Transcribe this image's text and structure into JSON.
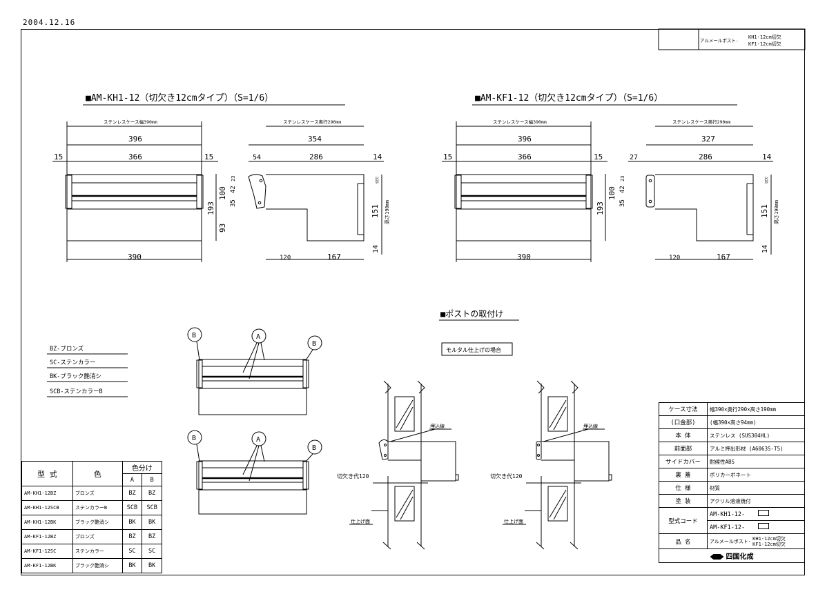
{
  "header": {
    "date": "2004.12.16",
    "title_block_prefix": "アルメールポスト-",
    "title_block_line1": "KH1-12cm切欠",
    "title_block_line2": "KF1-12cm切欠"
  },
  "views": {
    "kh1": {
      "title": "■AM-KH1-12（切欠き12cmタイプ）（S=1/6）",
      "front": {
        "case_width": "ステンレスケース幅390mm",
        "overall": "396",
        "side_left": "15",
        "inner": "366",
        "side_right": "15",
        "bottom": "390",
        "height_total": "193",
        "height_upper": "100",
        "height_lower": "93"
      },
      "side": {
        "case_depth": "ステンレスケース奥行290mm",
        "overall": "354",
        "front_offset": "54",
        "inner": "286",
        "back": "14",
        "height_a": "35",
        "height_b": "42",
        "height_c": "23",
        "cut": "120",
        "rest": "167",
        "height_back": "151",
        "height_label": "高さ190mm",
        "bottom_back": "14",
        "note_small": "切欠"
      }
    },
    "kf1": {
      "title": "■AM-KF1-12（切欠き12cmタイプ）（S=1/6）",
      "front": {
        "case_width": "ステンレスケース幅390mm",
        "overall": "396",
        "side_left": "15",
        "inner": "366",
        "side_right": "15",
        "bottom": "390",
        "height_total": "193",
        "height_upper": "100"
      },
      "side": {
        "case_depth": "ステンレスケース奥行290mm",
        "overall": "327",
        "front_offset": "27",
        "inner": "286",
        "back": "14",
        "height_a": "35",
        "height_b": "42",
        "height_c": "23",
        "cut": "120",
        "rest": "167",
        "height_back": "151",
        "height_label": "高さ190mm",
        "bottom_back": "14",
        "note_small": "切欠"
      }
    }
  },
  "mounting": {
    "title": "■ポストの取付け",
    "case_label": "モルタル仕上げの場合",
    "embed_label": "埋込線",
    "cut_label": "切欠き代120",
    "finish_label": "仕上げ面"
  },
  "callouts": {
    "a": "A",
    "b": "B"
  },
  "color_legend": [
    "BZ-ブロンズ",
    "SC-ステンカラー",
    "BK-ブラック艶消シ",
    "SCB-ステンカラーB"
  ],
  "color_table": {
    "headers": {
      "model": "型 式",
      "color": "色",
      "color_split": "色分け",
      "a": "A",
      "b": "B"
    },
    "rows": [
      {
        "model": "AM-KH1-12BZ",
        "color": "ブロンズ",
        "a": "BZ",
        "b": "BZ"
      },
      {
        "model": "AM-KH1-12SCB",
        "color": "ステンカラーB",
        "a": "SCB",
        "b": "SCB"
      },
      {
        "model": "AM-KH1-12BK",
        "color": "ブラック艶消シ",
        "a": "BK",
        "b": "BK"
      },
      {
        "model": "AM-KF1-12BZ",
        "color": "ブロンズ",
        "a": "BZ",
        "b": "BZ"
      },
      {
        "model": "AM-KF1-12SC",
        "color": "ステンカラー",
        "a": "SC",
        "b": "SC"
      },
      {
        "model": "AM-KF1-12BK",
        "color": "ブラック艶消シ",
        "a": "BK",
        "b": "BK"
      }
    ]
  },
  "spec_table": {
    "rows": [
      {
        "label": "ケース寸法",
        "value": "幅390×奥行290×高さ190mm"
      },
      {
        "label": "(口金部)",
        "value": "(幅390×高さ94mm)"
      },
      {
        "label": "本 体",
        "value": "ステンレス (SUS304HL)"
      },
      {
        "label": "前面部",
        "value": "アルミ押出形材 (A6063S-T5)"
      },
      {
        "label": "サイドカバー",
        "value": "耐候性ABS"
      },
      {
        "label": "裏 蓋",
        "value": "ポリカーボネート"
      },
      {
        "label": "仕 様",
        "value": "材質"
      },
      {
        "label": "塗 装",
        "value": "アクリル溶液焼付"
      }
    ],
    "code_label": "型式コード",
    "code_rows": [
      "AM-KH1-12-",
      "AM-KF1-12-"
    ],
    "name_label": "品 名",
    "name_value_prefix": "アルメールポスト-",
    "name_value_line1": "KH1-12cm切欠",
    "name_value_line2": "KF1-12cm切欠",
    "maker": "四国化成"
  }
}
